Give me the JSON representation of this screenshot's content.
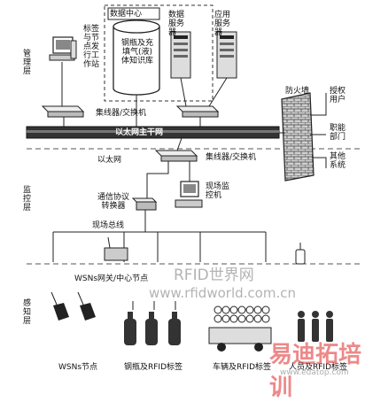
{
  "layers": {
    "management": "管理层",
    "monitoring": "监控层",
    "perception": "感知层"
  },
  "management": {
    "data_center": "数据中心",
    "database": "钢瓶及充填气(液)体知识库",
    "label_station": "标签与节点发行工作站",
    "data_server": "数据服务器",
    "app_server": "应用服务器",
    "switch_top": "集线器/交换机",
    "backbone": "以太网主干网",
    "firewall": "防火墙",
    "external": [
      "授权用户",
      "职能部门",
      "其他系统"
    ]
  },
  "monitoring": {
    "ethernet": "以太网",
    "switch_mid": "集线器/交换机",
    "site_pc": "现场监控机",
    "protocol_converter": "通信协议转换器",
    "fieldbus": "现场总线",
    "wsn_gateway": "WSNs网关/中心节点"
  },
  "perception": {
    "wsn_node": "WSNs节点",
    "cylinder_tag": "钢瓶及RFID标签",
    "vehicle_tag": "车辆及RFID标签",
    "person_tag": "人员及RFID标签"
  },
  "watermarks": {
    "rfid_cn": "RFID世界网",
    "rfid_url": "www.rfidworld.com.cn",
    "edu_cn": "易迪拓培训",
    "edu_url": "www.edatop.com"
  },
  "colors": {
    "ink": "#1a1a1a",
    "watermark_grey": "#9a9a9a",
    "watermark_red": "#e02a2a",
    "firewall_fill": "#cfcfcf"
  }
}
